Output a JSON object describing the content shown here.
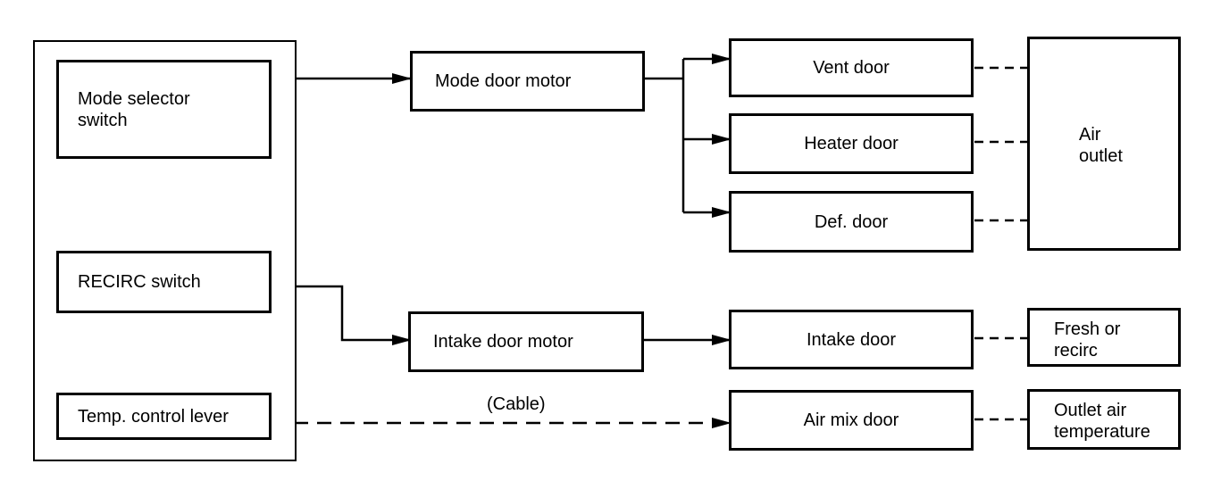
{
  "controls": {
    "mode_selector": "Mode selector\nswitch",
    "recirc_switch": "RECIRC switch",
    "temp_lever": "Temp. control lever"
  },
  "motors": {
    "mode_door_motor": "Mode door motor",
    "intake_door_motor": "Intake door motor"
  },
  "doors": {
    "vent": "Vent door",
    "heater": "Heater door",
    "def": "Def. door",
    "intake": "Intake door",
    "air_mix": "Air mix door"
  },
  "outputs": {
    "air_outlet": "Air\noutlet",
    "fresh_recirc": "Fresh or\nrecirc",
    "outlet_temp": "Outlet air\ntemperature"
  },
  "connection_labels": {
    "cable": "(Cable)"
  }
}
